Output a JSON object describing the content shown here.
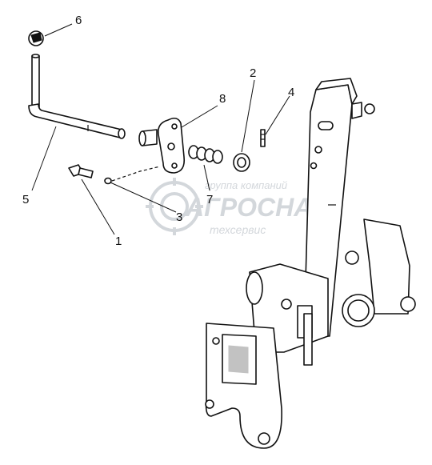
{
  "watermark": {
    "tagline": "группа компаний",
    "brand": "АГРОСНАБ",
    "sub": "техсервис"
  },
  "callouts": [
    {
      "id": "1",
      "label": "1"
    },
    {
      "id": "2",
      "label": "2"
    },
    {
      "id": "3",
      "label": "3"
    },
    {
      "id": "4",
      "label": "4"
    },
    {
      "id": "5",
      "label": "5"
    },
    {
      "id": "6",
      "label": "6"
    },
    {
      "id": "7",
      "label": "7"
    },
    {
      "id": "8",
      "label": "8"
    }
  ]
}
